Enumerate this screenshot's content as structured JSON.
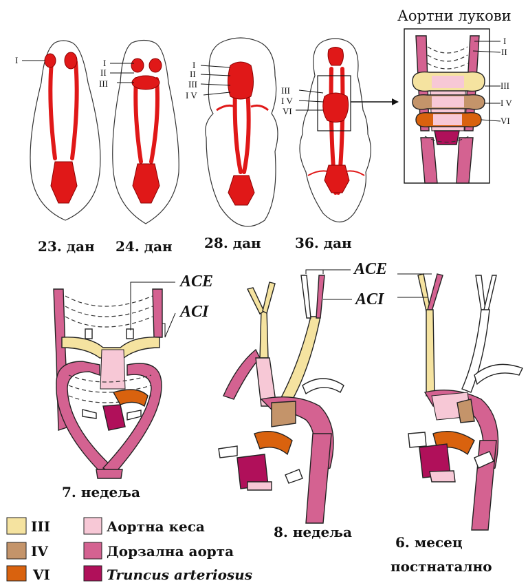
{
  "title": "Аортни лукови",
  "stage_labels": {
    "d23": "23. дан",
    "d24": "24. дан",
    "d28": "28. дан",
    "d36": "36. дан",
    "w7": "7. недеља",
    "w8": "8. недеља",
    "m6_line1": "6. месец",
    "m6_line2": "постнатално"
  },
  "arch_labels": {
    "I": "I",
    "II": "II",
    "III": "III",
    "IV": "IV",
    "IV_spaced": "I V",
    "VI": "VI"
  },
  "artery_labels": {
    "ace": "ACE",
    "aci": "ACI"
  },
  "legend": {
    "items": [
      {
        "key": "III",
        "label": "III",
        "color": "#f5e3a0"
      },
      {
        "key": "IV",
        "label": "IV",
        "color": "#c4946a"
      },
      {
        "key": "VI",
        "label": "VI",
        "color": "#d9620e"
      },
      {
        "key": "aortic_sac",
        "label": "Аортна кеса",
        "color": "#f7c8d6"
      },
      {
        "key": "dorsal_aorta",
        "label": "Дорзална аорта",
        "color": "#d46291"
      },
      {
        "key": "truncus",
        "label": "Truncus arteriosus",
        "color": "#b0105a"
      }
    ]
  },
  "colors": {
    "vessel_red": "#e01818",
    "arch_III": "#f5e3a0",
    "arch_IV": "#c4946a",
    "arch_VI": "#d9620e",
    "aortic_sac": "#f7c8d6",
    "dorsal_aorta": "#d46291",
    "truncus": "#b0105a"
  }
}
